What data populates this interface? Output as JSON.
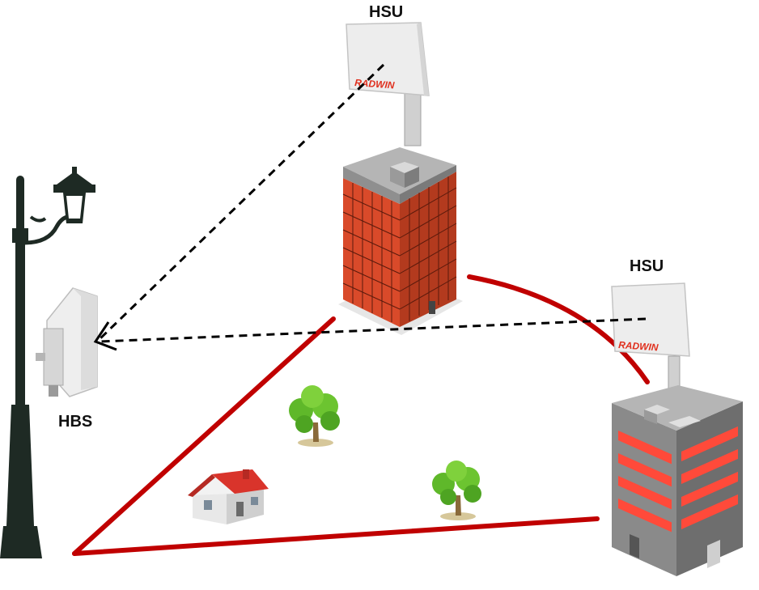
{
  "labels": {
    "hsu_top": "HSU",
    "hsu_right": "HSU",
    "hbs": "HBS",
    "brand_top": "RADWIN",
    "brand_right": "RADWIN"
  },
  "colors": {
    "coverage_line": "#c00000",
    "link_line": "#000000",
    "brand": "#e0301e",
    "building_red": "#d94a2a",
    "building_grey": "#7a7a7a",
    "roof": "#9a9a9a",
    "pole": "#1e2a24",
    "tree": "#5fb82a",
    "house_roof": "#d9342b"
  },
  "icons": [
    "street-lamp-icon",
    "hbs-radio-icon",
    "hsu-antenna-icon",
    "office-tower-icon",
    "apartment-building-icon",
    "house-icon",
    "tree-icon"
  ]
}
